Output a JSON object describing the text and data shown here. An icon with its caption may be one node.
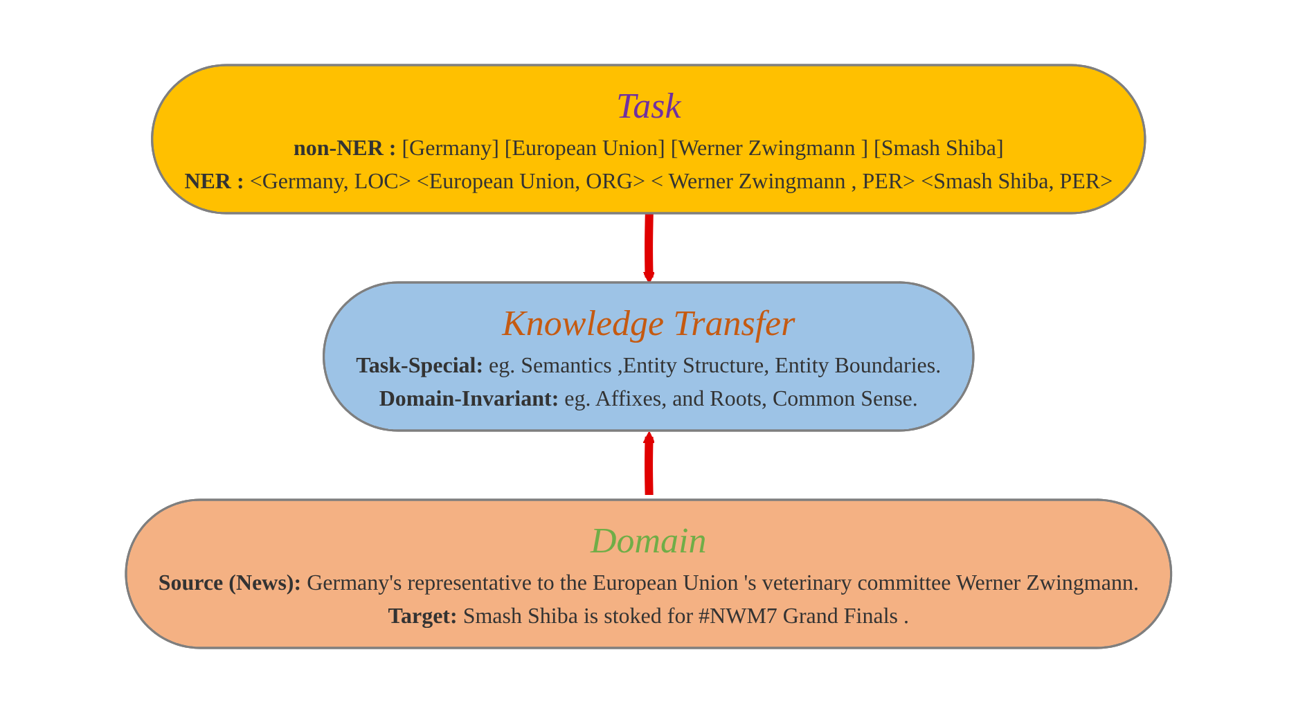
{
  "diagram": {
    "nodes": [
      {
        "text": [
          "Task",
          "non-NER :",
          "[Germany] [European Union] [Werner Zwingmann ] [Smash Shiba]",
          "NER :",
          "<Germany, LOC> <European Union, ORG> < Werner Zwingmann , PER> <Smash Shiba, PER>"
        ]
      },
      {
        "text": [
          "Knowledge Transfer",
          "Task-Special:",
          "eg. Semantics ,Entity Structure, Entity Boundaries.",
          "Domain-Invariant:",
          "eg. Affixes, and Roots, Common Sense."
        ]
      },
      {
        "text": [
          "Domain",
          "Source (News):",
          "Germany's representative to the European Union 's veterinary committee Werner Zwingmann.",
          "Target:",
          "Smash Shiba is stoked for #NWM7 Grand Finals ."
        ]
      }
    ],
    "edges": [
      {
        "from": 0,
        "to": 1,
        "arrow": "to"
      },
      {
        "from": 2,
        "to": 1,
        "arrow": "to"
      }
    ]
  }
}
